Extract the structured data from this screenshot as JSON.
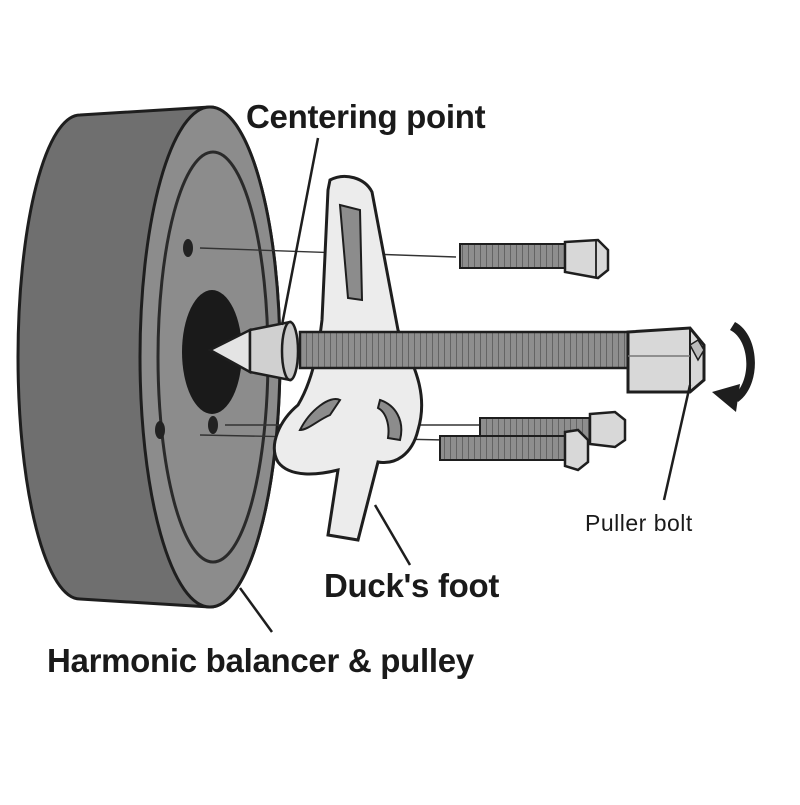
{
  "labels": {
    "centering_point": "Centering point",
    "puller_bolt": "Puller bolt",
    "ducks_foot": "Duck's foot",
    "harmonic_balancer": "Harmonic balancer & pulley"
  },
  "colors": {
    "balancer_fill": "#6f6f6f",
    "balancer_face": "#8c8c8c",
    "bolt_fill": "#9a9a9a",
    "bolt_head": "#d8d8d8",
    "outline": "#1e1e1e",
    "hub_hole": "#1a1a1a"
  }
}
